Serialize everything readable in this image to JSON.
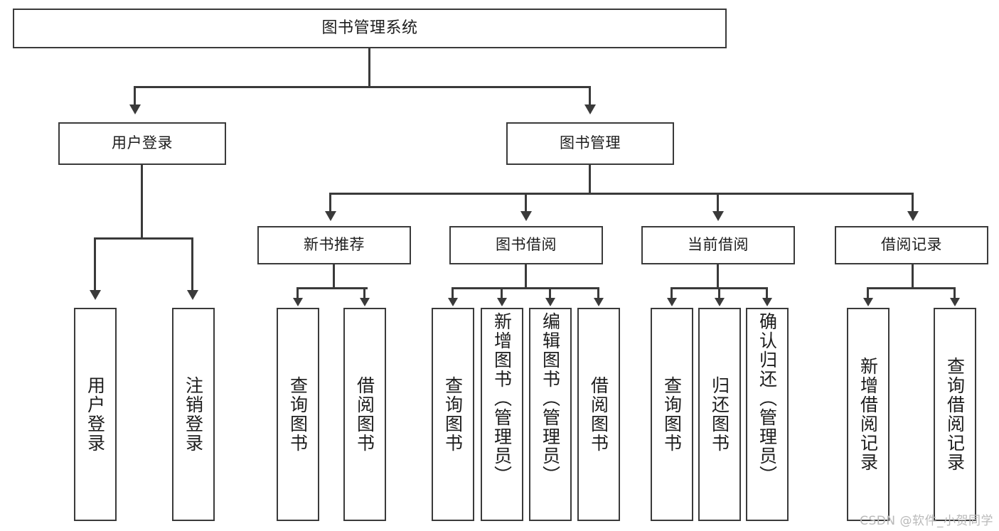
{
  "diagram": {
    "title": "图书管理系统",
    "root": {
      "label": "图书管理系统"
    },
    "level1": [
      {
        "label": "用户登录"
      },
      {
        "label": "图书管理"
      }
    ],
    "level2": [
      {
        "label": "新书推荐"
      },
      {
        "label": "图书借阅"
      },
      {
        "label": "当前借阅"
      },
      {
        "label": "借阅记录"
      }
    ],
    "leaves": {
      "user_login": [
        {
          "label": "用户登录"
        },
        {
          "label": "注销登录"
        }
      ],
      "new_book_recommend": [
        {
          "label": "查询图书"
        },
        {
          "label": "借阅图书"
        }
      ],
      "book_borrow": [
        {
          "label": "查询图书"
        },
        {
          "label": "新增图书（管理员）"
        },
        {
          "label": "编辑图书（管理员）"
        },
        {
          "label": "借阅图书"
        }
      ],
      "current_borrow": [
        {
          "label": "查询图书"
        },
        {
          "label": "归还图书"
        },
        {
          "label": "确认归还（管理员）"
        }
      ],
      "borrow_record": [
        {
          "label": "新增借阅记录"
        },
        {
          "label": "查询借阅记录"
        }
      ]
    }
  },
  "watermark": {
    "text": "CSDN @软件_小贺同学"
  },
  "colors": {
    "stroke": "#3a3a3a",
    "fill": "#ffffff",
    "text": "#1d1d1d",
    "watermark": "#b9b9b9"
  }
}
